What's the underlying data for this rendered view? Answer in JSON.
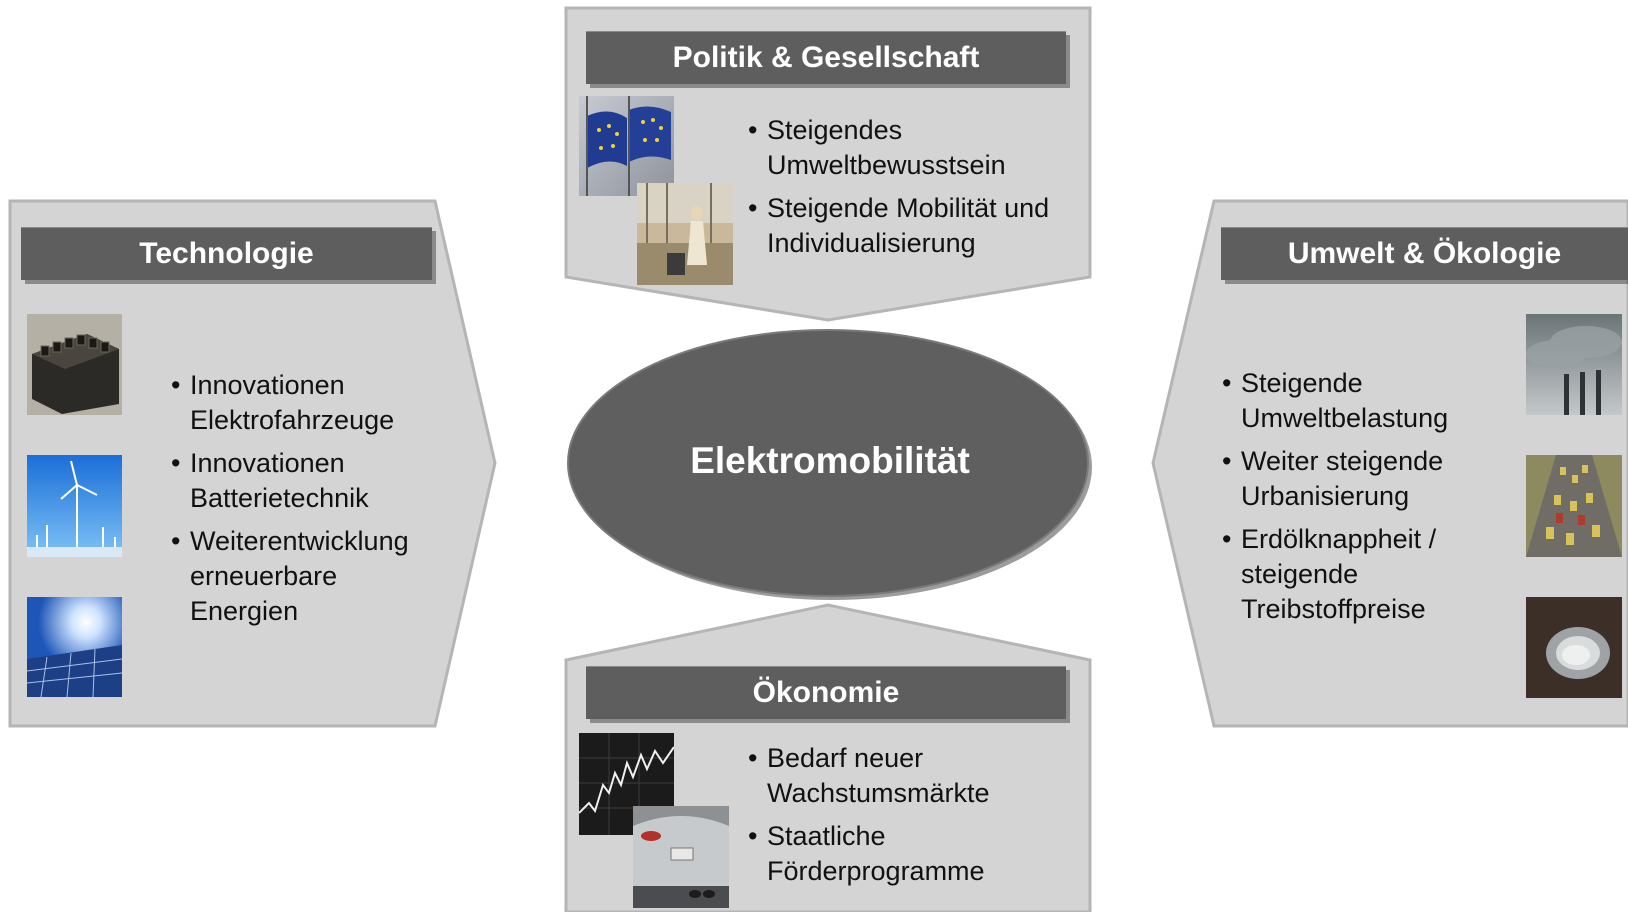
{
  "center": {
    "label": "Elektromobilität"
  },
  "top": {
    "title": "Politik & Gesellschaft",
    "bullets": [
      "Steigendes Umweltbewusstsein",
      "Steigende Mobilität und Individualisierung"
    ],
    "images": [
      "eu-flags-photo",
      "airport-traveler-photo"
    ]
  },
  "left": {
    "title": "Technologie",
    "bullets": [
      "Innovationen Elektrofahrzeuge",
      "Innovationen Batterietechnik",
      "Weiterentwicklung erneuerbare Energien"
    ],
    "images": [
      "battery-photo",
      "wind-turbines-photo",
      "solar-panels-photo"
    ]
  },
  "right": {
    "title": "Umwelt & Ökologie",
    "bullets": [
      "Steigende Umweltbelastung",
      "Weiter steigende Urbanisierung",
      "Erdölknappheit / steigende Treibstoffpreise"
    ],
    "images": [
      "smokestacks-photo",
      "traffic-jam-photo",
      "exhaust-pipe-photo"
    ]
  },
  "bottom": {
    "title": "Ökonomie",
    "bullets": [
      "Bedarf neuer Wachstumsmärkte",
      "Staatliche Förderprogramme"
    ],
    "images": [
      "stock-chart-photo",
      "car-rear-photo"
    ]
  },
  "colors": {
    "panel": "#d4d4d4",
    "header": "#5e5e5e",
    "ellipse": "#5f5f5f",
    "text": "#111111"
  }
}
